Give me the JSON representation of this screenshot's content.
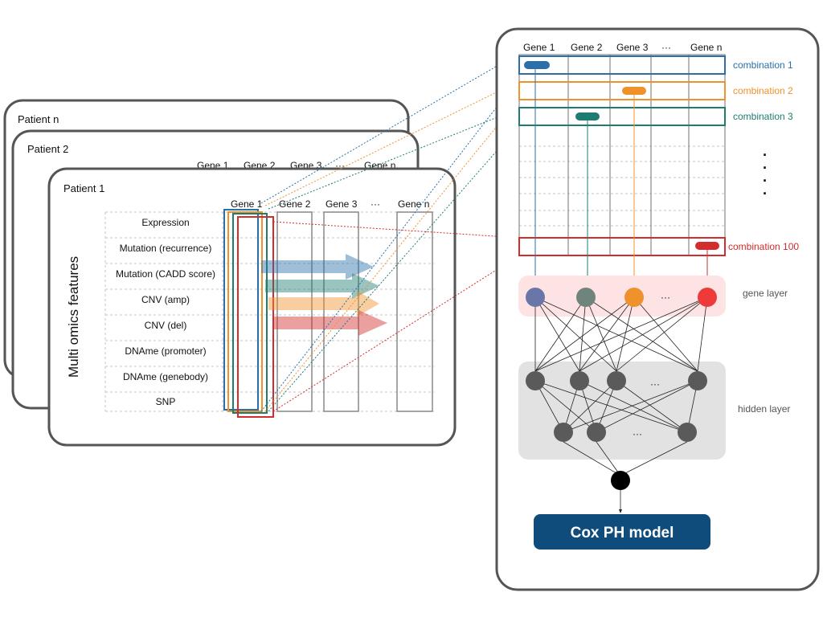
{
  "patient_cards": {
    "patient_n_title": "Patient n",
    "patient_2_title": "Patient 2",
    "patient_1_title": "Patient 1",
    "side_label": "Multi omics features"
  },
  "gene_headers": {
    "gene1": "Gene 1",
    "gene2": "Gene 2",
    "gene3": "Gene 3",
    "ellipsis": "···",
    "genen": "Gene n"
  },
  "features": [
    "Expression",
    "Mutation (recurrence)",
    "Mutation (CADD score)",
    "CNV (amp)",
    "CNV (del)",
    "DNAme (promoter)",
    "DNAme (genebody)",
    "SNP"
  ],
  "combinations": {
    "c1": {
      "label": "combination 1",
      "color": "#2a6fa8"
    },
    "c2": {
      "label": "combination 2",
      "color": "#f0922c"
    },
    "c3": {
      "label": "combination 3",
      "color": "#1e7c73"
    },
    "c100": {
      "label": "combination 100",
      "color": "#d32c2c"
    },
    "vertical_dots": "·"
  },
  "layers": {
    "gene_layer_label": "gene layer",
    "hidden_layer_label": "hidden layer",
    "node_ellipsis": "···"
  },
  "cox_model_label": "Cox PH model",
  "colors": {
    "blue": "#2a6fa8",
    "orange": "#f0922c",
    "teal": "#1e7c73",
    "red": "#d32c2c",
    "cox_fill": "#0f4c7c",
    "gene_layer_bg": "#fde3e3",
    "hidden_layer_bg": "#e2e2e2"
  }
}
